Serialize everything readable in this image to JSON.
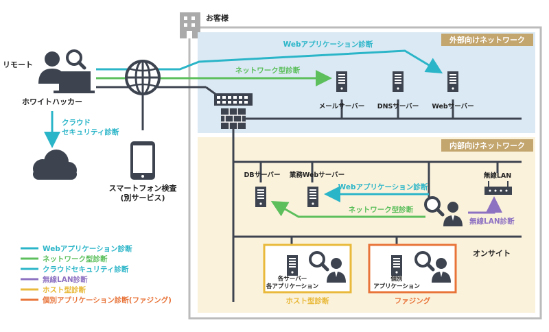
{
  "customer": {
    "label": "お客様"
  },
  "zones": {
    "external": "外部向けネットワーク",
    "internal": "内部向けネットワーク",
    "onsite": "オンサイト"
  },
  "actors": {
    "remote": "リモート",
    "hacker": "ホワイトハッカー",
    "cloud_diag": [
      "クラウド",
      "セキュリティ診断"
    ],
    "smartphone": [
      "スマートフォン検査",
      "(別サービス)"
    ]
  },
  "servers": {
    "mail": "メールサーバー",
    "dns": "DNSサーバー",
    "web": "Webサーバー",
    "db": "DBサーバー",
    "biz_web": "業務Webサーバー",
    "wlan": "無線LAN"
  },
  "flows": {
    "external_web": "Webアプリケーション診断",
    "external_net": "ネットワーク型診断",
    "internal_web": "Webアプリケーション診断",
    "internal_net": "ネットワーク型診断",
    "wlan_diag": "無線LAN診断"
  },
  "onsite_boxes": {
    "host": {
      "title": "ホスト型診断",
      "lines": [
        "各サーバー",
        "各アプリケーション"
      ]
    },
    "fuzz": {
      "title": "ファジング",
      "lines": [
        "個別",
        "アプリケーション"
      ]
    }
  },
  "legend": [
    {
      "label": "Webアプリケーション診断",
      "color": "#2bb5c8"
    },
    {
      "label": "ネットワーク型診断",
      "color": "#5cbf5c"
    },
    {
      "label": "クラウドセキュリティ診断",
      "color": "#2bb5c8"
    },
    {
      "label": "無線LAN診断",
      "color": "#8e72c2"
    },
    {
      "label": "ホスト型診断",
      "color": "#e8b93a"
    },
    {
      "label": "個別アプリケーション診断(ファジング)",
      "color": "#e8743a"
    }
  ],
  "colors": {
    "teal": "#2bb5c8",
    "green": "#5cbf5c",
    "purple": "#8e72c2",
    "yellow": "#e8b93a",
    "orange": "#e8743a",
    "dark": "#3d4450",
    "ext_bg": "#dbe9f4",
    "int_bg": "#fbf2dc",
    "tag_bg": "#c3a56e"
  }
}
